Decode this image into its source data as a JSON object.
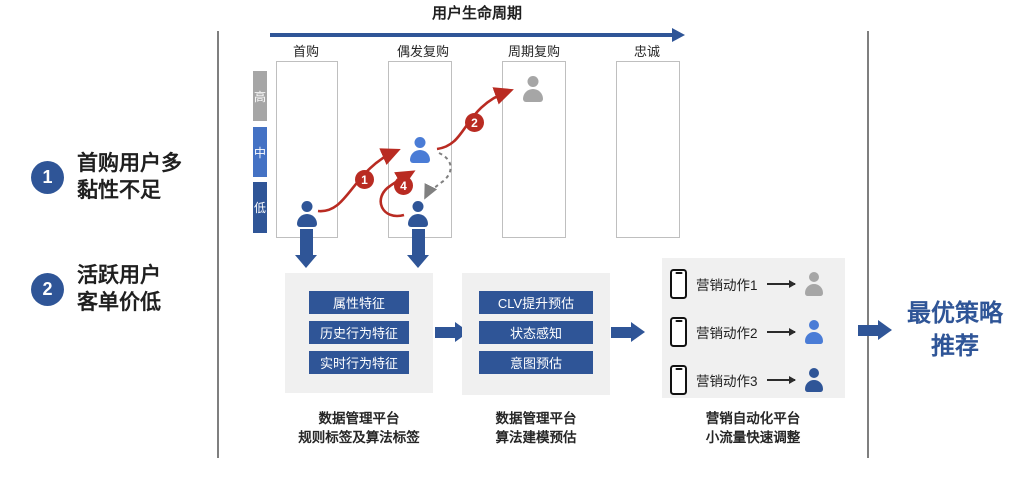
{
  "colors": {
    "dark_blue": "#2F5597",
    "medium_blue": "#4A7CD6",
    "bar_mid_blue": "#4472C4",
    "gray": "#A6A6A6",
    "red": "#B92B22",
    "panel_bg": "#F0F0F0",
    "divider_gray": "#7F7F7F"
  },
  "annotations": [
    {
      "num": "1",
      "line1": "首购用户多",
      "line2": "黏性不足"
    },
    {
      "num": "2",
      "line1": "活跃用户",
      "line2": "客单价低"
    }
  ],
  "lifecycle": {
    "title": "用户生命周期",
    "stages": [
      "首购",
      "偶发复购",
      "周期复购",
      "忠诚"
    ],
    "levels": [
      "高",
      "中",
      "低"
    ],
    "flow_markers": [
      "1",
      "2",
      "4"
    ]
  },
  "pipeline": {
    "panel1": {
      "items": [
        "属性特征",
        "历史行为特征",
        "实时行为特征"
      ],
      "caption_line1": "数据管理平台",
      "caption_line2": "规则标签及算法标签"
    },
    "panel2": {
      "items": [
        "CLV提升预估",
        "状态感知",
        "意图预估"
      ],
      "caption_line1": "数据管理平台",
      "caption_line2": "算法建模预估"
    },
    "panel3": {
      "actions": [
        "营销动作1",
        "营销动作2",
        "营销动作3"
      ],
      "caption_line1": "营销自动化平台",
      "caption_line2": "小流量快速调整"
    }
  },
  "result": {
    "line1": "最优策略",
    "line2": "推荐"
  }
}
